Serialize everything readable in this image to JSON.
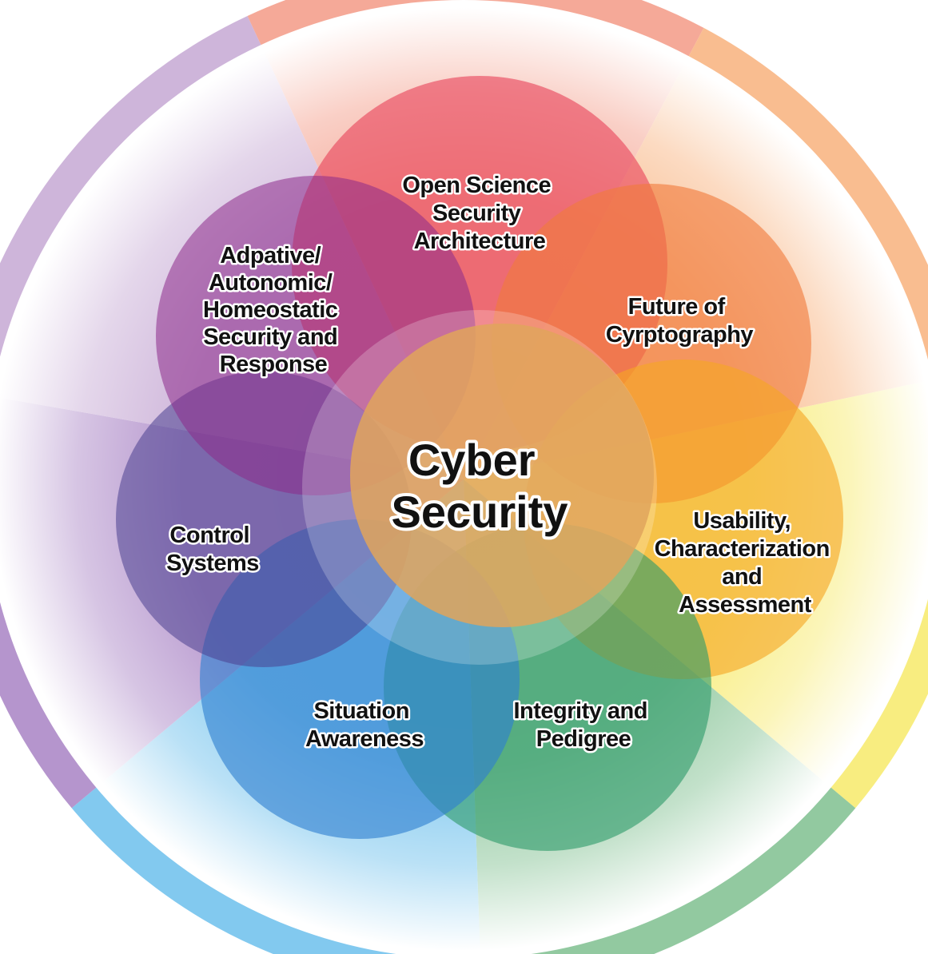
{
  "center": {
    "lines": [
      "Cyber",
      "Security"
    ],
    "color": "#e0a55c"
  },
  "topics": [
    {
      "id": "open-science",
      "lines": [
        "Open Science",
        "Security",
        "Architecture"
      ],
      "color": "#e8445a"
    },
    {
      "id": "cryptography",
      "lines": [
        "Future of",
        "Cyrptography"
      ],
      "color": "#f07a3c"
    },
    {
      "id": "usability",
      "lines": [
        "Usability,",
        "Characterization",
        "and",
        "Assessment"
      ],
      "color": "#f5a623"
    },
    {
      "id": "integrity",
      "lines": [
        "Integrity and",
        "Pedigree"
      ],
      "color": "#2e9b6a"
    },
    {
      "id": "situation",
      "lines": [
        "Situation",
        "Awareness"
      ],
      "color": "#2f7fd0"
    },
    {
      "id": "control",
      "lines": [
        "Control",
        "Systems"
      ],
      "color": "#4a3f8f"
    },
    {
      "id": "adaptive",
      "lines": [
        "Adpative/",
        "Autonomic/",
        "Homeostatic",
        "Security and",
        "Response"
      ],
      "color": "#8c2a8a"
    }
  ],
  "wedge_colors": [
    "#f39a86",
    "#f8b27c",
    "#f7ea6a",
    "#7fc08f",
    "#6cc0ec",
    "#a882c4",
    "#c6a8d4"
  ]
}
